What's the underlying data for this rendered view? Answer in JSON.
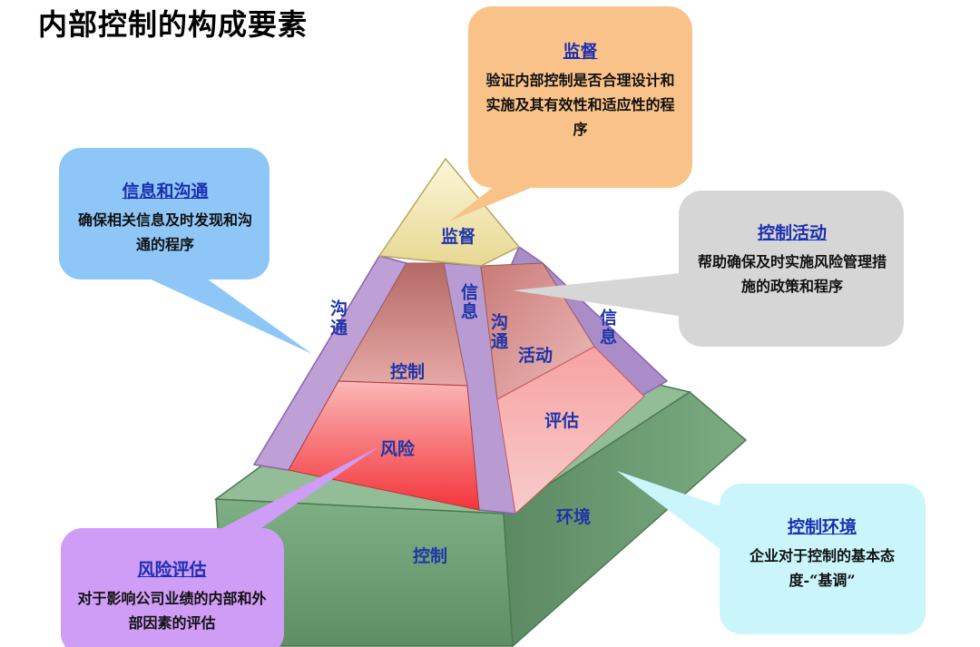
{
  "title": "内部控制的构成要素",
  "callouts": {
    "monitoring": {
      "title": "监督",
      "text": "验证内部控制是否合理设计和实施及其有效性和适应性的程序"
    },
    "information": {
      "title": "信息和沟通",
      "text": "确保相关信息及时发现和沟通的程序"
    },
    "control_activities": {
      "title": "控制活动",
      "text": "帮助确保及时实施风险管理措施的政策和程序"
    },
    "control_environment": {
      "title": "控制环境",
      "text": "企业对于控制的基本态度-“基调”"
    },
    "risk_assessment": {
      "title": "风险评估",
      "text": "对于影响公司业绩的内部和外部因素的评估"
    }
  },
  "pyramid": {
    "top": "监督",
    "left_band": "沟通",
    "center_band_1": "信息",
    "center_band_2": "沟通",
    "right_band": "信息",
    "control": "控制",
    "activities": "活动",
    "risk": "风险",
    "assessment": "评估",
    "base_front": "控制",
    "base_side": "环境"
  },
  "colors": {
    "monitor_box": "#f9c289",
    "info_box": "#8fc6f8",
    "activity_box": "#d6d6d6",
    "environment_box": "#c9f5fb",
    "risk_box": "#cf9cf6",
    "pyramid_top": "#f1e4a3",
    "pyramid_band": "#b698cf",
    "pyramid_control": "#c8837f",
    "pyramid_risk": "#f56f70",
    "pyramid_base": "#6e9e74",
    "label_text": "#1f35a8"
  }
}
